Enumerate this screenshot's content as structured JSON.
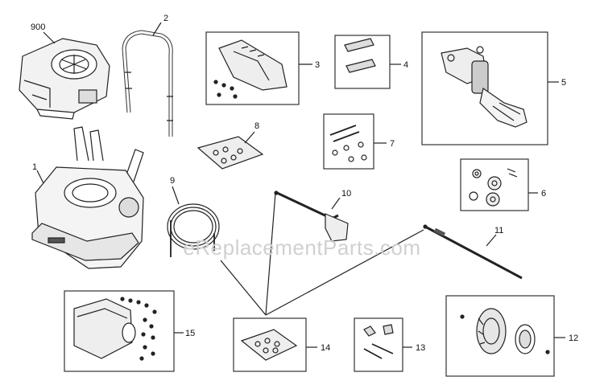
{
  "callouts": [
    "900",
    "2",
    "1",
    "3",
    "4",
    "5",
    "6",
    "7",
    "8",
    "9",
    "10",
    "11",
    "12",
    "13",
    "14",
    "15"
  ],
  "watermark": "eReplacementParts.com"
}
